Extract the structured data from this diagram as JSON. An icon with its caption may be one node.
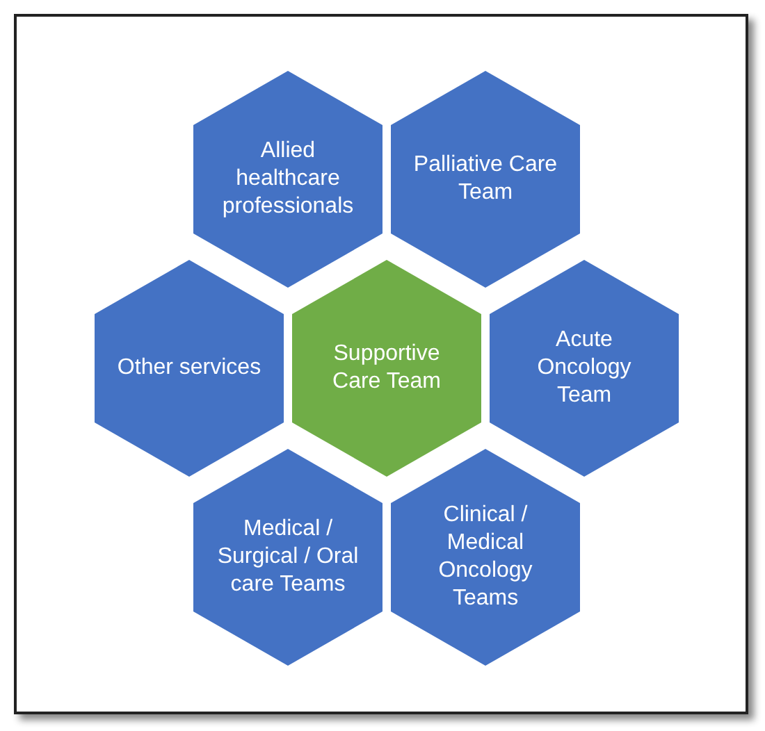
{
  "diagram": {
    "nodes": [
      {
        "text": [
          "Allied healthcare professionals"
        ]
      },
      {
        "text": [
          "Palliative Care Team"
        ]
      },
      {
        "text": [
          "Other services"
        ]
      },
      {
        "text": [
          "Supportive Care Team"
        ]
      },
      {
        "text": [
          "Acute Oncology Team"
        ]
      },
      {
        "text": [
          "Medical / Surgical / Oral care Teams"
        ]
      },
      {
        "text": [
          "Clinical / Medical Oncology Teams"
        ]
      }
    ]
  }
}
